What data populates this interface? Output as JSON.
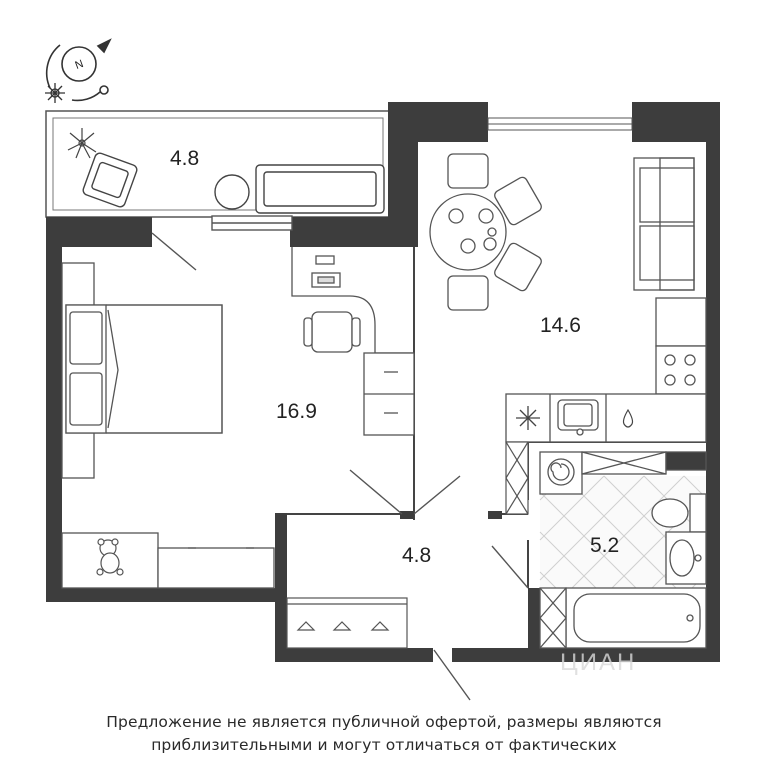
{
  "compass": {
    "letter": "N",
    "icon": "compass-icon"
  },
  "rooms": [
    {
      "id": "balcony",
      "area": "4.8"
    },
    {
      "id": "bedroom",
      "area": "16.9"
    },
    {
      "id": "kitchen-living",
      "area": "14.6"
    },
    {
      "id": "hallway",
      "area": "4.8"
    },
    {
      "id": "bathroom",
      "area": "5.2"
    }
  ],
  "watermark": "ЦИАН",
  "disclaimer": {
    "line1": "Предложение не является публичной офертой, размеры являются",
    "line2": "приблизительными и могут отличаться от фактических"
  },
  "colors": {
    "wall": "#3d3d3d",
    "line": "#5a5a5a",
    "tile": "#cfcfcf"
  }
}
